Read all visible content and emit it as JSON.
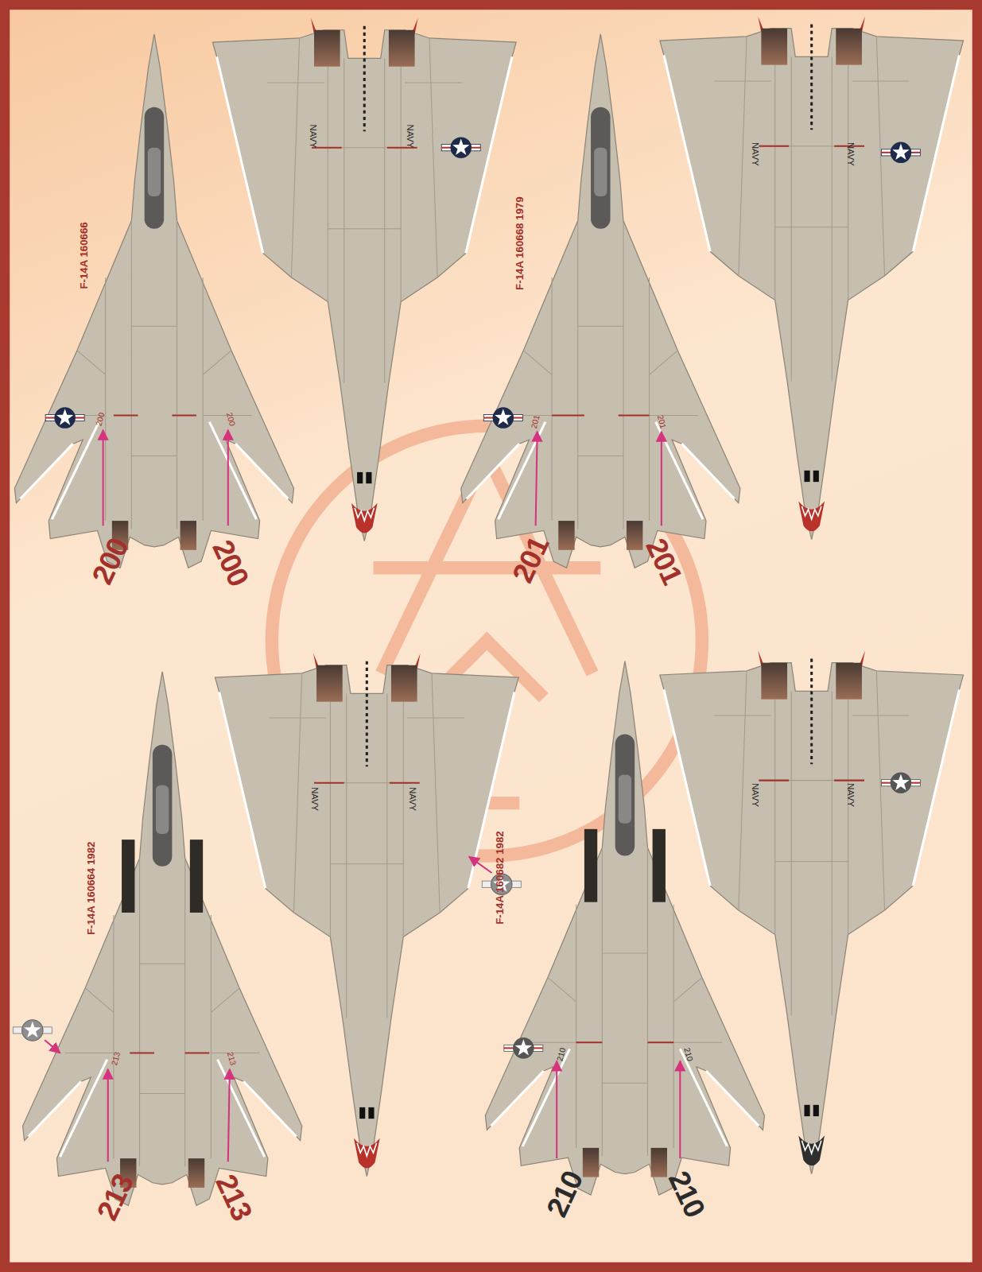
{
  "diagram": {
    "labels": [
      "F-14A 160666",
      "200",
      "200",
      "NAVY",
      "NAVY",
      "200",
      "200",
      "F-14A 160668 1979",
      "201",
      "201",
      "NAVY",
      "NAVY",
      "201",
      "201",
      "F-14A 160664 1982",
      "213",
      "213",
      "NAVY",
      "NAVY",
      "213",
      "213",
      "F-14A 160682 1982",
      "210",
      "210",
      "NAVY",
      "NAVY",
      "210",
      "210"
    ]
  }
}
